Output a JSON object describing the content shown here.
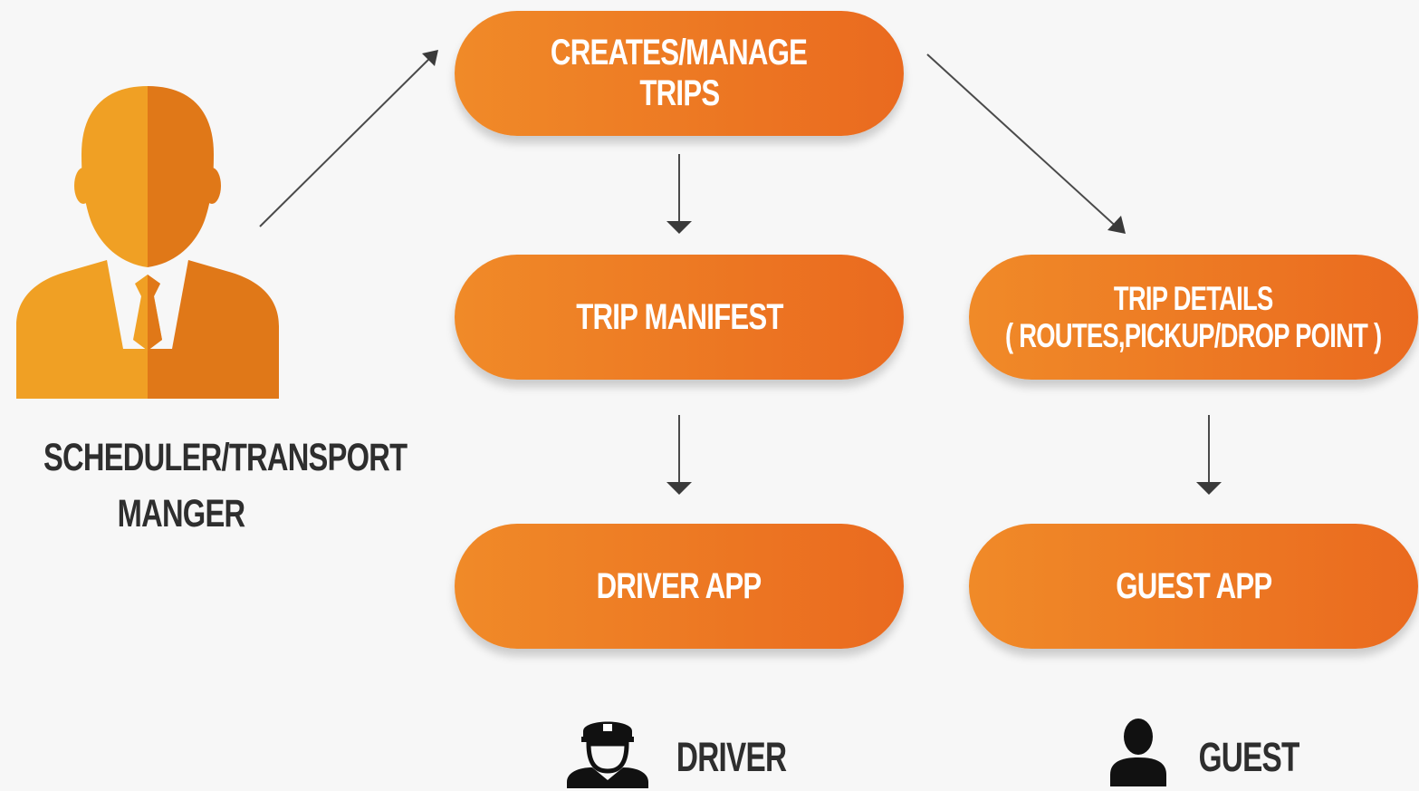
{
  "actor": {
    "icon": "businessman-icon",
    "label_line1": "SCHEDULER/TRANSPORT",
    "label_line2": "MANGER"
  },
  "nodes": {
    "creates": {
      "line1": "CREATES/MANAGE",
      "line2": "TRIPS"
    },
    "manifest": {
      "line1": "TRIP MANIFEST"
    },
    "details": {
      "line1": "TRIP DETAILS",
      "line2": "( ROUTES,PICKUP/DROP POINT )"
    },
    "driver_app": {
      "line1": "DRIVER APP"
    },
    "guest_app": {
      "line1": "GUEST APP"
    }
  },
  "roles": {
    "driver": {
      "icon": "driver-icon",
      "label": "DRIVER"
    },
    "guest": {
      "icon": "guest-icon",
      "label": "GUEST"
    }
  },
  "colors": {
    "pill_start": "#f08a28",
    "pill_end": "#ea6a1f",
    "person_light": "#f0a024",
    "person_dark": "#e07818",
    "text_dark": "#2e2e2e",
    "background": "#f7f7f7"
  }
}
